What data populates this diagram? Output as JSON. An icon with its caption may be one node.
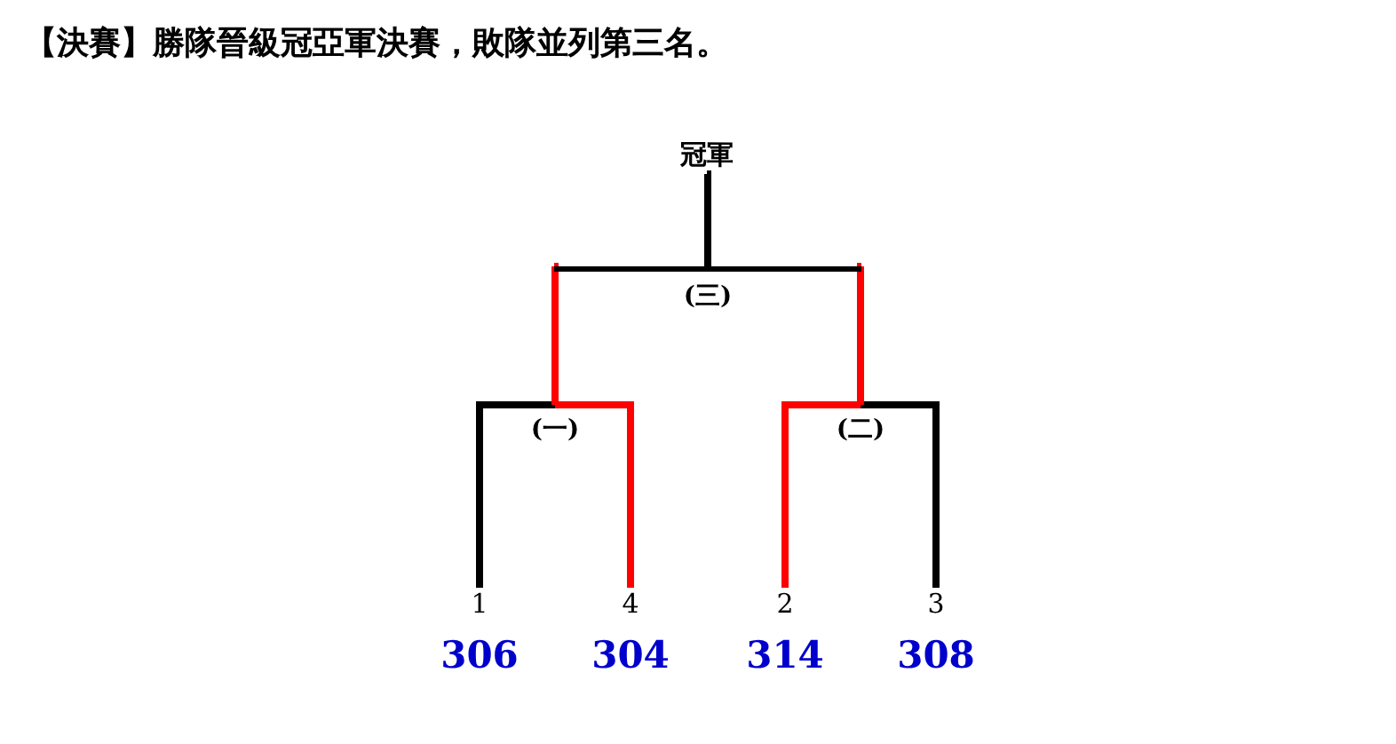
{
  "diagram": {
    "title": "【決賽】勝隊晉級冠亞軍決賽，敗隊並列第三名。",
    "nodes": [
      {
        "text": [
          "冠軍"
        ]
      },
      {
        "text": [
          "(三)"
        ]
      },
      {
        "text": [
          "(一)"
        ]
      },
      {
        "text": [
          "(二)"
        ]
      },
      {
        "text": [
          "1"
        ],
        "beside": [
          "306"
        ]
      },
      {
        "text": [
          "4"
        ],
        "beside": [
          "304"
        ]
      },
      {
        "text": [
          "2"
        ],
        "beside": [
          "314"
        ]
      },
      {
        "text": [
          "3"
        ],
        "beside": [
          "308"
        ]
      }
    ],
    "edges": [
      {
        "from": 4,
        "to": 2,
        "arrow": "none",
        "color": "#000000"
      },
      {
        "from": 5,
        "to": 2,
        "arrow": "none",
        "color": "#ff0000"
      },
      {
        "from": 6,
        "to": 3,
        "arrow": "none",
        "color": "#ff0000"
      },
      {
        "from": 7,
        "to": 3,
        "arrow": "none",
        "color": "#000000"
      },
      {
        "from": 2,
        "to": 1,
        "arrow": "none",
        "color": "#ff0000"
      },
      {
        "from": 3,
        "to": 1,
        "arrow": "none",
        "color": "#ff0000"
      },
      {
        "from": 1,
        "to": 0,
        "arrow": "none",
        "color": "#000000"
      }
    ]
  }
}
